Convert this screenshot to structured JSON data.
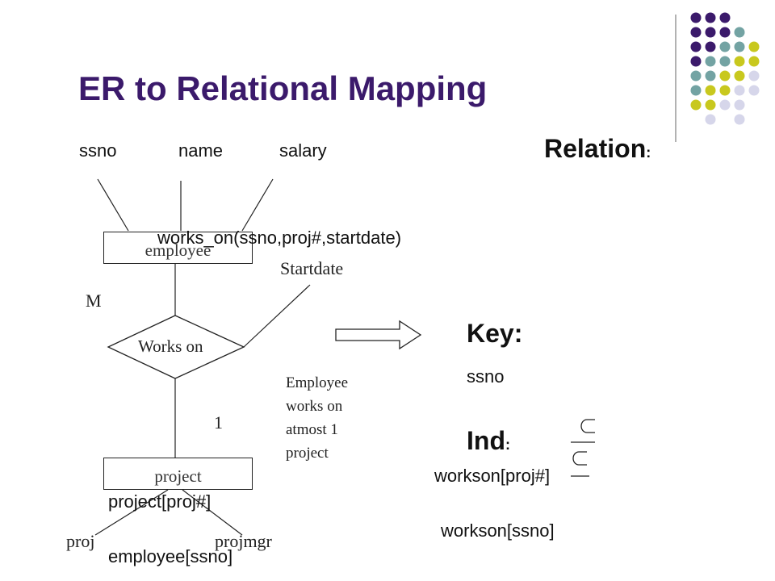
{
  "title": "ER to Relational Mapping",
  "er_diagram": {
    "attributes": [
      "ssno",
      "name",
      "salary"
    ],
    "entity_employee": "employee",
    "entity_project": "project",
    "relationship": "Works on",
    "relationship_attribute": "Startdate",
    "cardinality_many": "M",
    "cardinality_one": "1",
    "project_attributes": [
      "proj",
      "projmgr"
    ],
    "note": [
      "Employee",
      "works on",
      "atmost 1",
      "project"
    ]
  },
  "mapping": {
    "relation_schema": "works_on(ssno,proj#,startdate)",
    "relation_label": "Relation",
    "relation_colon": ":",
    "key_label": "Key:",
    "key_value": "ssno",
    "ind_label": "Ind",
    "ind_colon": ":",
    "ind_left": [
      "workson[proj#]",
      "workson[ssno]"
    ],
    "ind_right": [
      "project[proj#]",
      "employee[ssno]"
    ]
  },
  "colors": {
    "title": "#3b1a6b",
    "dot_purple": "#3b1a6b",
    "dot_teal": "#73a3a3",
    "dot_yellow": "#c8c81e",
    "dot_lavender": "#d6d6ea"
  }
}
